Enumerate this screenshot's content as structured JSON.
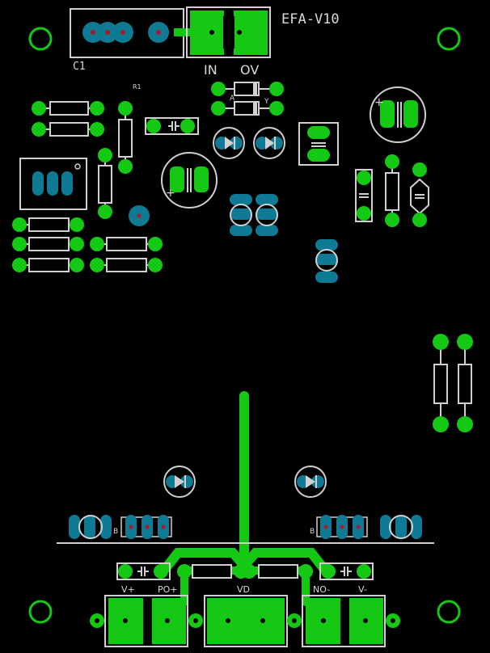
{
  "board": {
    "title": "EFA-V10",
    "labels": {
      "c1": "C1",
      "r1": "R1",
      "in": "IN",
      "ov": "OV",
      "a": "A",
      "y": "Y",
      "b_left": "B",
      "b_right": "B",
      "v_plus": "V+",
      "po_plus": "PO+",
      "vd": "VD",
      "no_minus": "NO-",
      "v_minus": "V-"
    },
    "colors": {
      "background": "#000000",
      "copper": "#14c814",
      "pad_blue": "#0f7a94",
      "silkscreen": "#d0d0d0",
      "drill": "#b01830"
    }
  }
}
